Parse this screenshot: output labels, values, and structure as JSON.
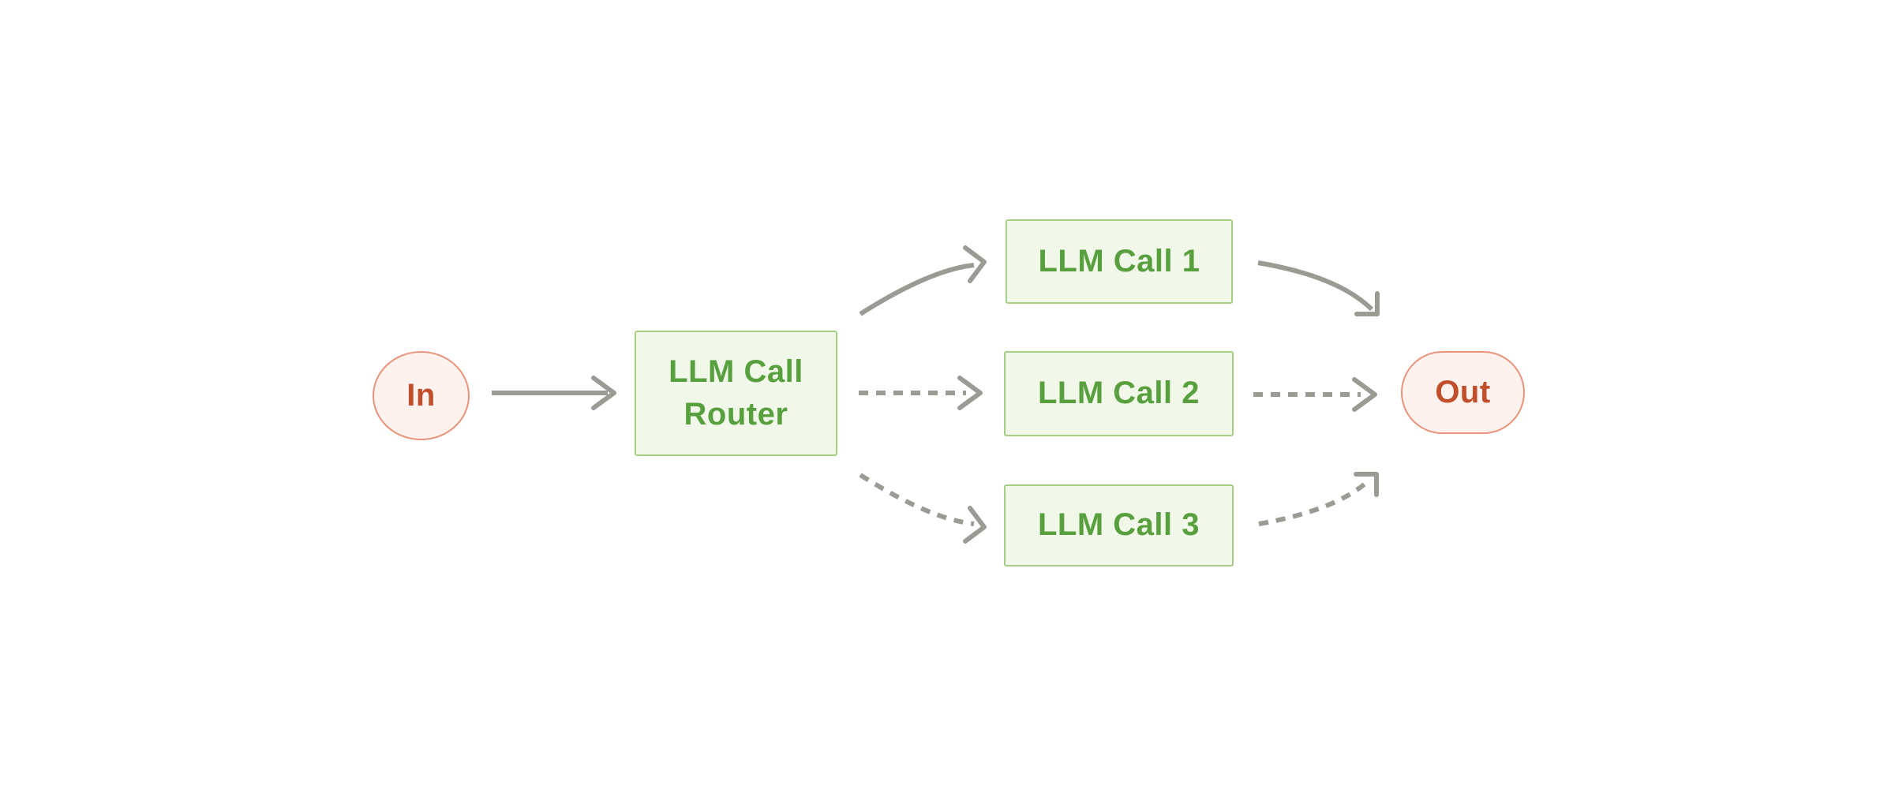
{
  "diagram": {
    "type": "flow-diagram",
    "nodes": {
      "input": {
        "label": "In",
        "shape": "ellipse",
        "role": "input"
      },
      "router": {
        "label": "LLM Call\nRouter",
        "shape": "rect",
        "role": "router"
      },
      "call1": {
        "label": "LLM Call 1",
        "shape": "rect",
        "role": "llm-call"
      },
      "call2": {
        "label": "LLM Call 2",
        "shape": "rect",
        "role": "llm-call"
      },
      "call3": {
        "label": "LLM Call 3",
        "shape": "rect",
        "role": "llm-call"
      },
      "output": {
        "label": "Out",
        "shape": "pill",
        "role": "output"
      }
    },
    "edges": [
      {
        "from": "input",
        "to": "router",
        "line": "solid"
      },
      {
        "from": "router",
        "to": "call1",
        "line": "solid"
      },
      {
        "from": "router",
        "to": "call2",
        "line": "dashed"
      },
      {
        "from": "router",
        "to": "call3",
        "line": "dashed"
      },
      {
        "from": "call1",
        "to": "output",
        "line": "solid"
      },
      {
        "from": "call2",
        "to": "output",
        "line": "dashed"
      },
      {
        "from": "call3",
        "to": "output",
        "line": "dashed"
      }
    ],
    "colors": {
      "background": "#ffffff",
      "green_node_fill": "#f1f7e9",
      "green_node_border": "#a6cf84",
      "green_node_text": "#58a03d",
      "red_node_fill": "#fdf2ee",
      "red_node_border": "#e9937b",
      "red_node_text": "#c14f2b",
      "arrow": "#9b9b94"
    }
  }
}
